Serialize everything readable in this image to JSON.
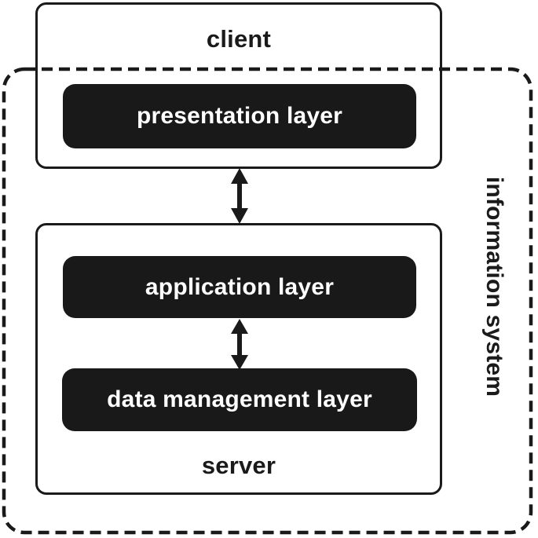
{
  "diagram": {
    "system_label": "information system",
    "client": {
      "label": "client",
      "layers": [
        {
          "label": "presentation layer"
        }
      ]
    },
    "server": {
      "label": "server",
      "layers": [
        {
          "label": "application layer"
        },
        {
          "label": "data management layer"
        }
      ]
    },
    "arrows": [
      {
        "name": "client-server-link",
        "type": "bidirectional",
        "from": "presentation layer",
        "to": "application layer"
      },
      {
        "name": "application-data-link",
        "type": "bidirectional",
        "from": "application layer",
        "to": "data management layer"
      }
    ],
    "colors": {
      "ink": "#1a1a1a",
      "layer_fill": "#191919",
      "layer_text": "#ffffff",
      "background": "#ffffff"
    }
  }
}
